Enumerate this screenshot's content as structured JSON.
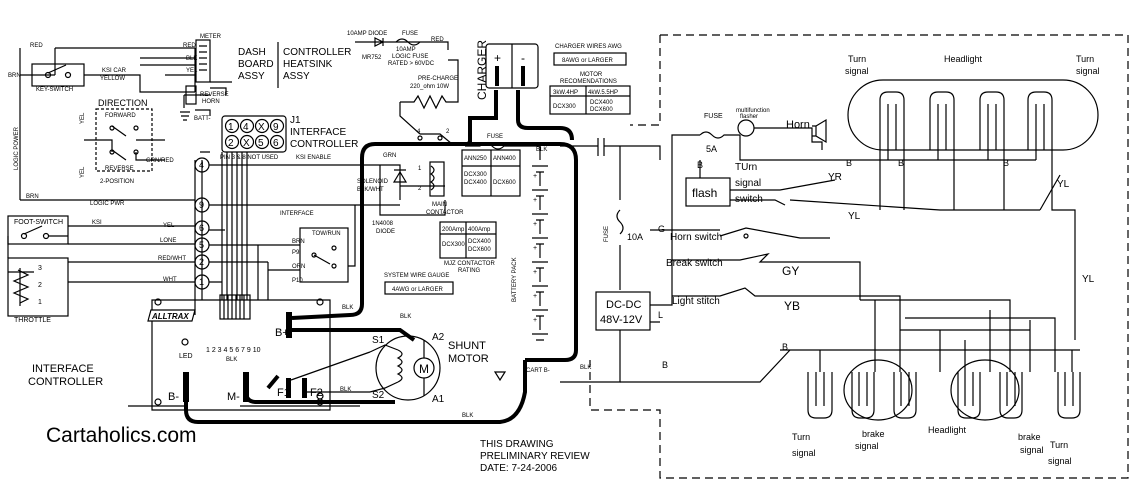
{
  "site": "Cartaholics.com",
  "footer": {
    "line1": "THIS DRAWING",
    "line2": "PRELIMINARY REVIEW",
    "line3": "DATE: 7-24-2006"
  },
  "left": {
    "red": "RED",
    "brn": "BRN",
    "key_switch": "KEY-SWITCH",
    "ksi_car": "KSI CAR",
    "yellow": "YELLOW",
    "direction": "DIRECTION",
    "forward": "FORWARD",
    "reverse": "REVERSE",
    "two_position": "2-POSITION",
    "logic_power": "LOGIC POWER",
    "logic_pwr": "LOGIC PWR",
    "yel": "YEL",
    "grn_red": "GRN/RED",
    "foot_switch": "FOOT-SWITCH",
    "ksi": "KSI",
    "lone": "LONE",
    "red_wht": "RED/WHT",
    "wht": "WHT",
    "throttle": "THROTTLE",
    "t3": "3",
    "t2": "2",
    "t1": "1",
    "interface_controller": "INTERFACE",
    "interface_controller2": "CONTROLLER",
    "meter": "METER",
    "blk": "BLK",
    "reverse_horn": "REVERSE",
    "horn": "HORN",
    "batt": "BATT-"
  },
  "controller": {
    "dash": "DASH",
    "board": "BOARD",
    "assy": "ASSY",
    "controller": "CONTROLLER",
    "heatsink": "HEATSINK",
    "assy2": "ASSY",
    "j1": "J1",
    "interface": "INTERFACE",
    "controller2": "CONTROLLER",
    "pins_top": [
      "1",
      "4",
      "X",
      "9"
    ],
    "pins_bot": [
      "2",
      "X",
      "5",
      "6"
    ],
    "pin_note": "PIN 3 & 8 NOT USED",
    "ksi_enable": "KSI ENABLE",
    "n4": "4",
    "n9": "9",
    "n6": "6",
    "n5": "5",
    "n2": "2",
    "n1": "1",
    "interface_lbl": "INTERFACE",
    "alltrax": "ALLTRAX",
    "led": "LED",
    "pin_row": "1 2 3 4 5 6 7  9 10",
    "b_minus": "B-",
    "m_minus": "M-",
    "b_plus": "B+"
  },
  "center": {
    "diode10": "10AMP DIODE",
    "fuse": "FUSE",
    "fuse_note1": "10AMP",
    "fuse_note2": "LOGIC FUSE",
    "fuse_note3": "RATED > 60VDC",
    "mr752": "MR752",
    "precharge": "PRE-CHARGE",
    "precharge_val": "220_ohm 10W",
    "red": "RED",
    "solenoid": "SOLENOID",
    "blk_wht": "BLK/WHT",
    "grn": "GRN",
    "diode": "1N4008",
    "diode2": "DIODE",
    "main": "MAIN",
    "contactor": "CONTACTOR",
    "tow_run": "TOW/RUN",
    "brn": "BRN",
    "p9": "P9",
    "orn": "ORN",
    "p10": "P10",
    "wire_gauge": "SYSTEM WIRE GAUGE",
    "wire_gauge_val": "4AWG or LARGER",
    "fuse_table": [
      [
        "ANN250",
        "ANN400"
      ],
      [
        "DCX300\nDCX400",
        "DCX600"
      ]
    ],
    "mjz_table": [
      [
        "200Amp",
        "400Amp"
      ],
      [
        "DCX300",
        "DCX400\nDCX600"
      ]
    ],
    "mjz_label": "MJZ CONTACTOR",
    "mjz_label2": "RATING",
    "shunt": "SHUNT",
    "motor": "MOTOR",
    "a1": "A1",
    "a2": "A2",
    "s1": "S1",
    "s2": "S2",
    "f1": "F1",
    "f2": "F2",
    "m": "M",
    "battery_pack": "BATTERY PACK",
    "cart_b": "CART B-",
    "blk": "BLK",
    "charger": "CHARGER",
    "charger_wires": "CHARGER WIRES AWG",
    "charger_wires_val": "8AWG or LARGER",
    "motor_rec": "MOTOR",
    "motor_rec2": "RECOMENDATIONS",
    "motor_table": [
      [
        "3kW.4HP",
        "4kW.5.5HP"
      ],
      [
        "DCX300",
        "DCX400\nDCX600"
      ]
    ]
  },
  "right": {
    "fuse": "FUSE",
    "fuse_val": "5A",
    "flasher": "multifunction\nflasher",
    "horn": "Horn",
    "b": "B",
    "turn_signal": "TUrn",
    "signal": "signal",
    "switch": "switch",
    "flash": "flash",
    "yr": "YR",
    "yl": "YL",
    "g": "G",
    "horn_switch": "Horn switch",
    "break_switch": "Break switch",
    "light_switch": "Light stitch",
    "gy": "GY",
    "yb": "YB",
    "fuse2": "FUSE",
    "fuse2_val": "10A",
    "dcdc1": "DC-DC",
    "dcdc2": "48V-12V",
    "l": "L",
    "headlight": "Headlight",
    "turn": "Turn",
    "brake": "brake"
  }
}
